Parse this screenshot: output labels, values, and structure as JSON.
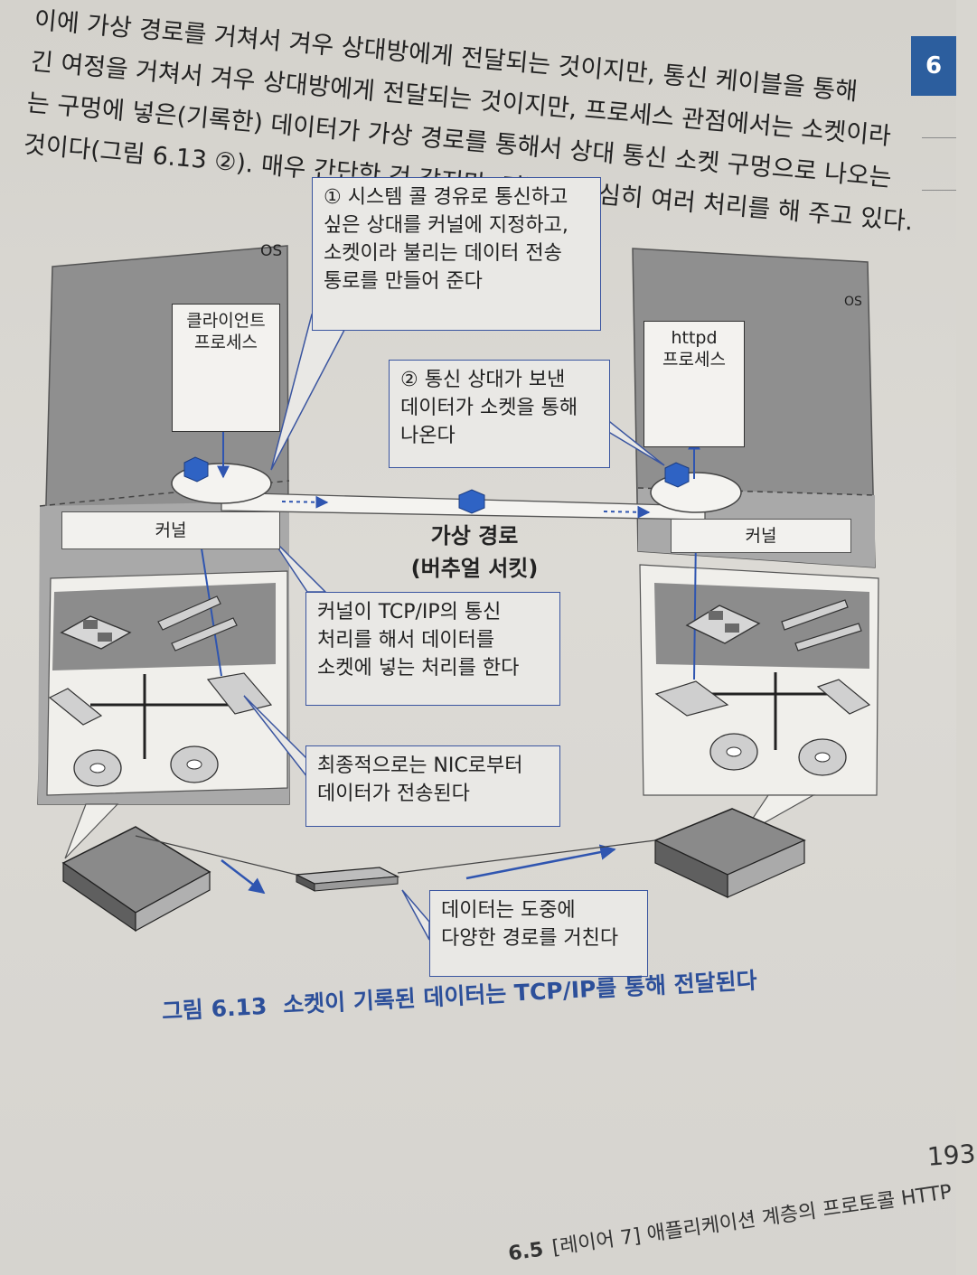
{
  "body_text": {
    "lines": [
      "이에 가상 경로를 거쳐서 겨우 상대방에게 전달되는 것이지만, 통신 케이블을 통해",
      "긴 여정을 거쳐서 겨우 상대방에게 전달되는 것이지만, 프로세스 관점에서는 소켓이라",
      "는 구멍에 넣은(기록한) 데이터가 가상 경로를 통해서 상대 통신 소켓 구멍으로 나오는",
      "것이다(그림 6.13 ②). 매우 간단한 것 같지만, 커널이 열심히 여러 처리를 해 주고 있다."
    ]
  },
  "chapter_tab": "6",
  "diagram": {
    "left_os_label": "OS",
    "right_os_label": "OS",
    "client_process": [
      "클라이언트",
      "프로세스"
    ],
    "server_process": [
      "httpd",
      "프로세스"
    ],
    "left_kernel": "커널",
    "right_kernel": "커널",
    "virtual_path": [
      "가상 경로",
      "(버추얼 서킷)"
    ],
    "callout1": [
      "① 시스템 콜 경유로 통신하고",
      "싶은 상대를 커널에 지정하고,",
      "소켓이라 불리는 데이터 전송",
      "통로를 만들어 준다"
    ],
    "callout2": [
      "② 통신 상대가 보낸",
      "데이터가 소켓을 통해",
      "나온다"
    ],
    "callout3": [
      "커널이 TCP/IP의 통신",
      "처리를 해서 데이터를",
      "소켓에 넣는 처리를 한다"
    ],
    "callout4": [
      "최종적으로는 NIC로부터",
      "데이터가 전송된다"
    ],
    "callout5": [
      "데이터는 도중에",
      "다양한 경로를 거친다"
    ]
  },
  "caption": {
    "number": "그림 6.13",
    "text": "소켓이 기록된 데이터는 TCP/IP를 통해 전달된다"
  },
  "page_number": "193",
  "footer": {
    "section": "6.5",
    "title": "[레이어 7] 애플리케이션 계층의 프로토콜 HTTP"
  },
  "colors": {
    "accent": "#2c5e9e",
    "os_panel": "#8a8a8a",
    "callout_border": "#3a55a0",
    "data_cube": "#2f63c4"
  }
}
